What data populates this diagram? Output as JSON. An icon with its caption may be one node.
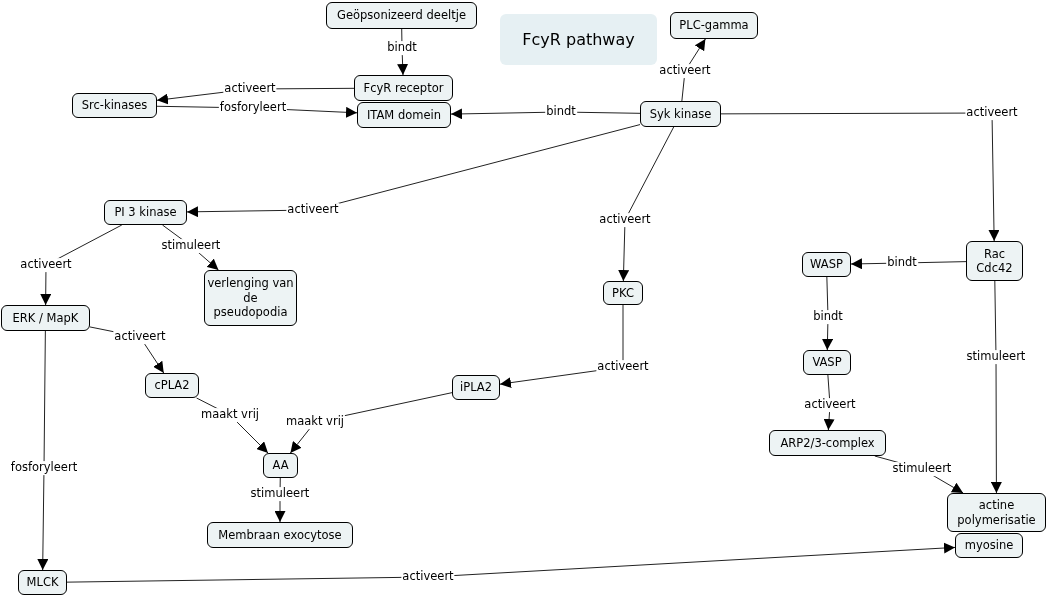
{
  "diagram": {
    "title": "FcyR pathway",
    "nodes": [
      {
        "text": [
          "Geöpsonizeerd deeltje"
        ]
      },
      {
        "text": [
          "PLC-gamma"
        ]
      },
      {
        "text": [
          "FcyR receptor"
        ]
      },
      {
        "text": [
          "Src-kinases"
        ]
      },
      {
        "text": [
          "ITAM domein"
        ]
      },
      {
        "text": [
          "Syk kinase"
        ]
      },
      {
        "text": [
          "PI 3 kinase"
        ]
      },
      {
        "text": [
          "Rac Cdc42"
        ]
      },
      {
        "text": [
          "WASP"
        ]
      },
      {
        "text": [
          "verlenging van de pseudopodia"
        ]
      },
      {
        "text": [
          "ERK / MapK"
        ]
      },
      {
        "text": [
          "PKC"
        ]
      },
      {
        "text": [
          "VASP"
        ]
      },
      {
        "text": [
          "cPLA2"
        ]
      },
      {
        "text": [
          "iPLA2"
        ]
      },
      {
        "text": [
          "ARP2/3-complex"
        ]
      },
      {
        "text": [
          "AA"
        ]
      },
      {
        "text": [
          "actine polymerisatie"
        ]
      },
      {
        "text": [
          "Membraan exocytose"
        ]
      },
      {
        "text": [
          "myosine"
        ]
      },
      {
        "text": [
          "MLCK"
        ]
      }
    ],
    "edges": [
      {
        "from": 0,
        "to": 2,
        "arrow": "to",
        "label": "bindt"
      },
      {
        "from": 2,
        "to": 3,
        "arrow": "to",
        "label": "activeert"
      },
      {
        "from": 3,
        "to": 4,
        "arrow": "to",
        "label": "fosforyleert"
      },
      {
        "from": 5,
        "to": 4,
        "arrow": "to",
        "label": "bindt"
      },
      {
        "from": 5,
        "to": 1,
        "arrow": "to",
        "label": "activeert"
      },
      {
        "from": 5,
        "to": 7,
        "arrow": "to",
        "label": "activeert"
      },
      {
        "from": 5,
        "to": 6,
        "arrow": "to",
        "label": "activeert"
      },
      {
        "from": 5,
        "to": 11,
        "arrow": "to",
        "label": "activeert"
      },
      {
        "from": 6,
        "to": 10,
        "arrow": "to",
        "label": "activeert"
      },
      {
        "from": 6,
        "to": 9,
        "arrow": "to",
        "label": "stimuleert"
      },
      {
        "from": 7,
        "to": 8,
        "arrow": "to",
        "label": "bindt"
      },
      {
        "from": 7,
        "to": 17,
        "arrow": "to",
        "label": "stimuleert"
      },
      {
        "from": 8,
        "to": 12,
        "arrow": "to",
        "label": "bindt"
      },
      {
        "from": 12,
        "to": 15,
        "arrow": "to",
        "label": "activeert"
      },
      {
        "from": 15,
        "to": 17,
        "arrow": "to",
        "label": "stimuleert"
      },
      {
        "from": 10,
        "to": 13,
        "arrow": "to",
        "label": "activeert"
      },
      {
        "from": 10,
        "to": 20,
        "arrow": "to",
        "label": "fosforyleert"
      },
      {
        "from": 11,
        "to": 14,
        "arrow": "to",
        "label": "activeert"
      },
      {
        "from": 13,
        "to": 16,
        "arrow": "to",
        "label": "maakt vrij"
      },
      {
        "from": 14,
        "to": 16,
        "arrow": "to",
        "label": "maakt vrij"
      },
      {
        "from": 16,
        "to": 18,
        "arrow": "to",
        "label": "stimuleert"
      },
      {
        "from": 20,
        "to": 19,
        "arrow": "to",
        "label": "activeert"
      }
    ]
  }
}
